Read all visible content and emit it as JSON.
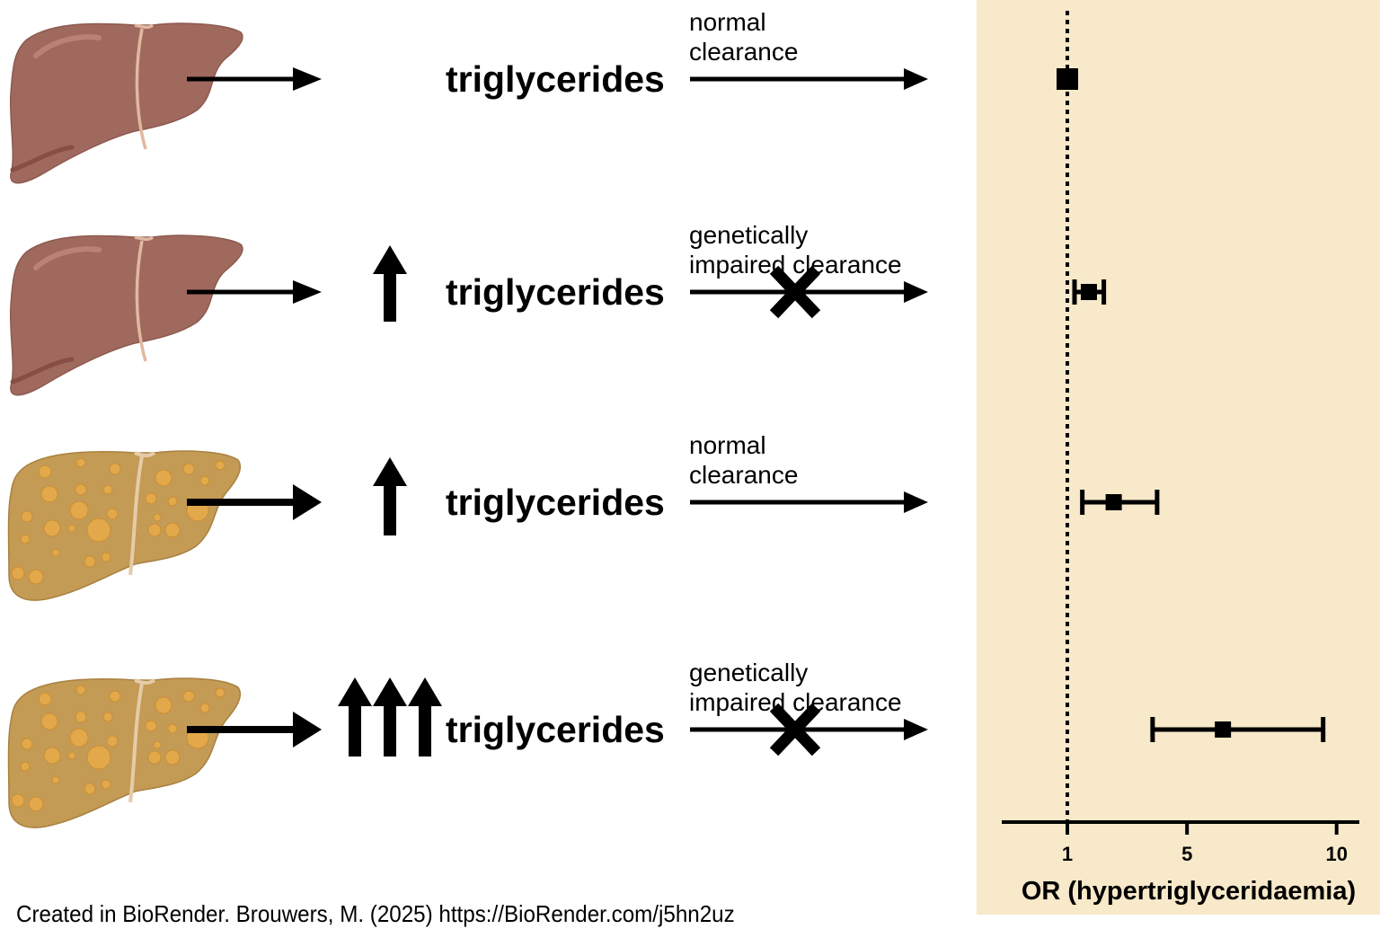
{
  "rows": [
    {
      "liver_type": "healthy",
      "tg_increase_arrows": 0,
      "label": "triglycerides",
      "clearance_line1": "normal",
      "clearance_line2": "clearance",
      "blocked": false
    },
    {
      "liver_type": "healthy",
      "tg_increase_arrows": 1,
      "label": "triglycerides",
      "clearance_line1": "genetically",
      "clearance_line2": "impaired clearance",
      "blocked": true
    },
    {
      "liver_type": "fatty",
      "tg_increase_arrows": 1,
      "label": "triglycerides",
      "clearance_line1": "normal",
      "clearance_line2": "clearance",
      "blocked": false
    },
    {
      "liver_type": "fatty",
      "tg_increase_arrows": 3,
      "label": "triglycerides",
      "clearance_line1": "genetically",
      "clearance_line2": "impaired clearance",
      "blocked": true
    }
  ],
  "colors": {
    "healthy_liver": "#A0695E",
    "fatty_liver": "#C39B55",
    "fat_droplet": "#E3A84A",
    "panel_bg": "#F7E9C9",
    "ink": "#000000"
  },
  "chart_data": {
    "type": "forest",
    "xlabel": "OR (hypertriglyceridaemia)",
    "xticks": [
      1,
      5,
      10
    ],
    "xlim": [
      -1.1,
      10.8
    ],
    "reference_line": 1,
    "reference_style": "dotted",
    "points": [
      {
        "row": 1,
        "or": 1.0,
        "lower": 1.0,
        "upper": 1.0
      },
      {
        "row": 2,
        "or": 1.72,
        "lower": 1.24,
        "upper": 2.22
      },
      {
        "row": 3,
        "or": 2.55,
        "lower": 1.5,
        "upper": 4.0
      },
      {
        "row": 4,
        "or": 6.2,
        "lower": 3.85,
        "upper": 9.55
      }
    ]
  },
  "credit": "Created in BioRender. Brouwers, M. (2025) https://BioRender.com/j5hn2uz"
}
